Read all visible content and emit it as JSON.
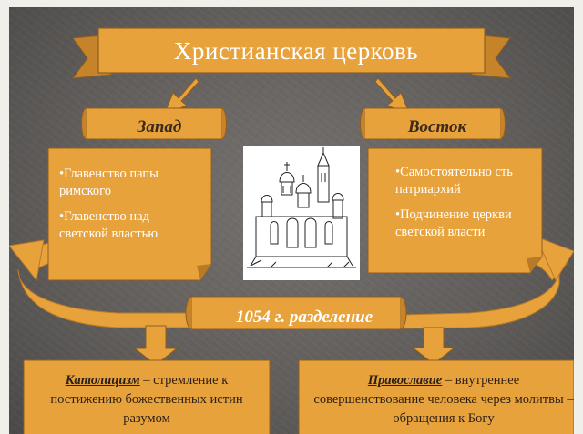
{
  "title": "Христианская церковь",
  "west": {
    "label": "Запад",
    "items": [
      "•Главенство папы римского",
      "•Главенство над светской властью"
    ]
  },
  "east": {
    "label": "Восток",
    "items": [
      "•Самостоятельно сть патриархий",
      "•Подчинение церкви светской власти"
    ]
  },
  "split": "1054 г. разделение",
  "catholicism": {
    "term": "Католицизм",
    "text": " – стремление к постижению божественных истин разумом"
  },
  "orthodoxy": {
    "term": "Православие",
    "text": " – внутреннее совершенствование человека через молитвы – обращения к Богу"
  },
  "colors": {
    "orange": "#e8a23c",
    "orange_dark": "#c7832a",
    "background": "#6b6866",
    "text_light": "#ffffff",
    "text_dark": "#3a2a1a"
  },
  "illustration": "church-drawing"
}
